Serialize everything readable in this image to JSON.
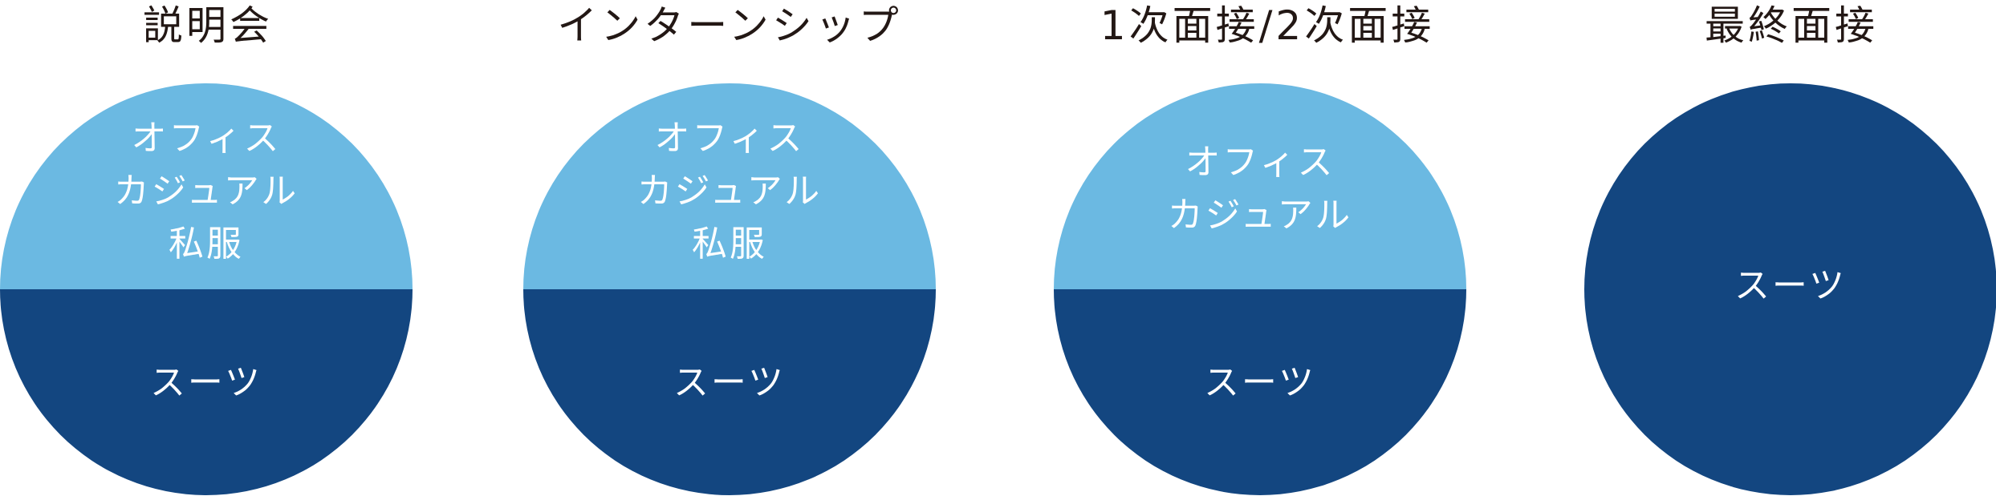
{
  "colors": {
    "casual": "#6bb9e2",
    "suit": "#134680",
    "title": "#231815",
    "label": "#ffffff"
  },
  "stages": [
    {
      "title": "説明会",
      "top_lines": [
        "オフィス",
        "カジュアル",
        "私服"
      ],
      "bottom_label": "スーツ"
    },
    {
      "title": "インターンシップ",
      "top_lines": [
        "オフィス",
        "カジュアル",
        "私服"
      ],
      "bottom_label": "スーツ"
    },
    {
      "title": "1次面接/2次面接",
      "top_lines": [
        "オフィス",
        "カジュアル"
      ],
      "bottom_label": "スーツ"
    },
    {
      "title": "最終面接",
      "full_label": "スーツ"
    }
  ]
}
